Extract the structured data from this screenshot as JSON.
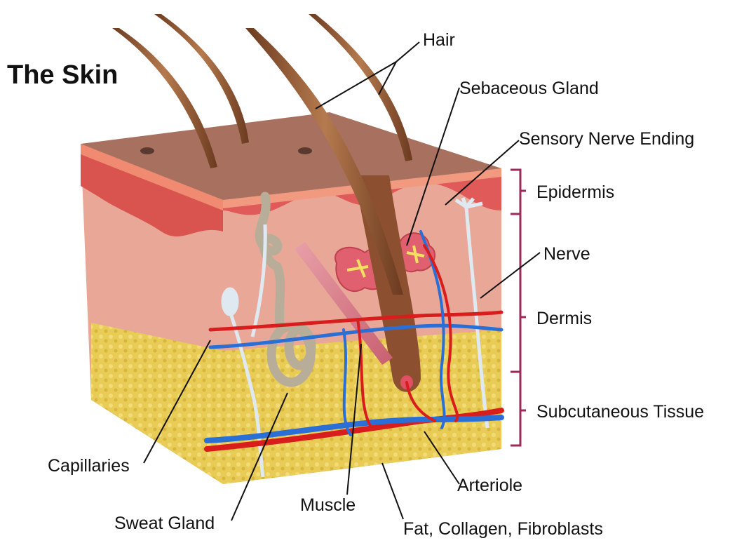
{
  "title": "The Skin",
  "labels": {
    "hair": "Hair",
    "sebaceous_gland": "Sebaceous Gland",
    "sensory_nerve_ending": "Sensory Nerve Ending",
    "epidermis": "Epidermis",
    "nerve": "Nerve",
    "dermis": "Dermis",
    "subcutaneous_tissue": "Subcutaneous Tissue",
    "capillaries": "Capillaries",
    "arteriole": "Arteriole",
    "muscle": "Muscle",
    "sweat_gland": "Sweat Gland",
    "fat_collagen_fibroblasts": "Fat, Collagen, Fibroblasts"
  },
  "colors": {
    "surface": "#a8705e",
    "epidermis": "#e06a6a",
    "dermis": "#e9a897",
    "subcutaneous": "#e8cc55",
    "artery": "#d91c1c",
    "vein": "#2a6fd6",
    "nerve": "#d8e4f0",
    "hair": "#8c5030",
    "bracket": "#9c2a5a"
  }
}
